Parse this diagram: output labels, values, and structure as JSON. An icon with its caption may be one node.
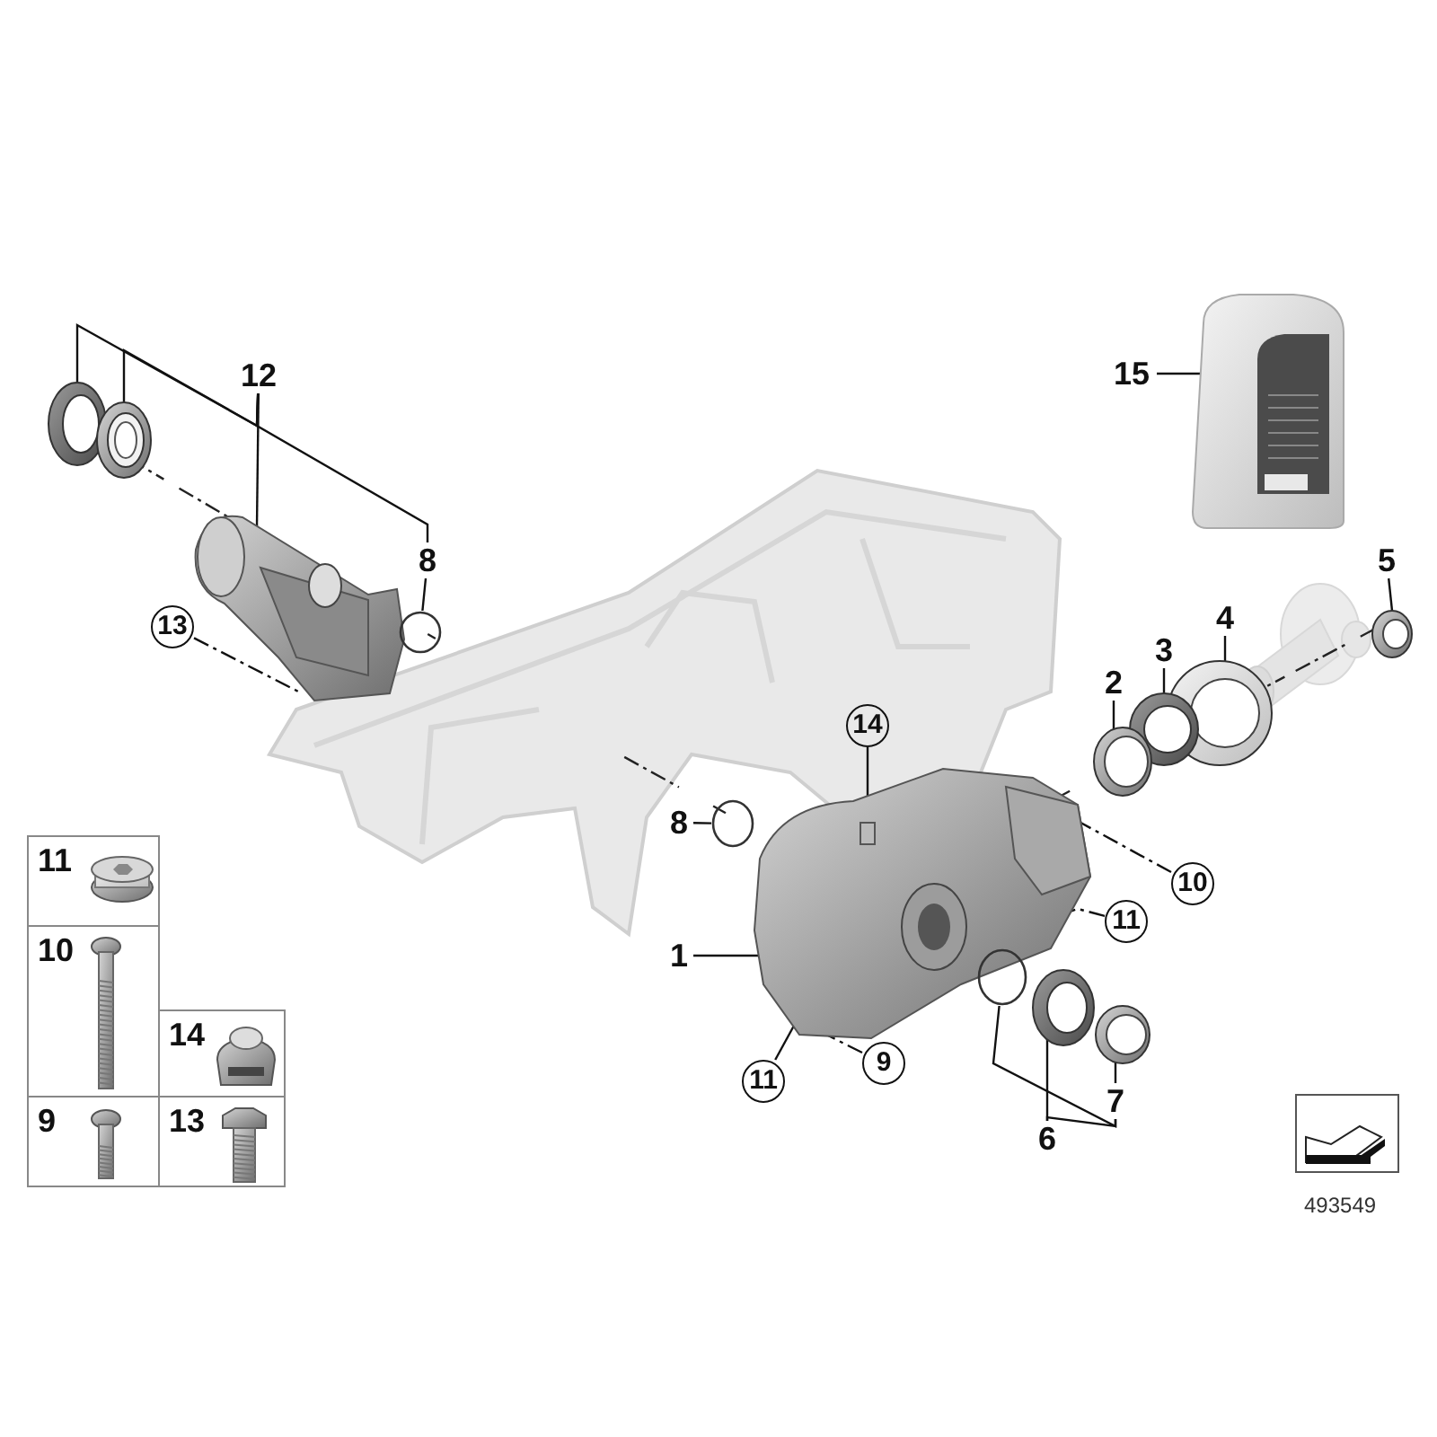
{
  "diagram": {
    "nodes": [
      {
        "text": [
          "12"
        ]
      },
      {
        "text": [],
        "shape": "picture"
      },
      {
        "text": [],
        "shape": "picture"
      },
      {
        "text": [],
        "shape": "picture"
      },
      {
        "text": [
          "8"
        ]
      },
      {
        "text": [],
        "shape": "circle"
      },
      {
        "text": [
          "13"
        ]
      },
      {
        "text": [
          "15"
        ]
      },
      {
        "text": [],
        "shape": "picture"
      },
      {
        "text": [
          "5"
        ]
      },
      {
        "text": [],
        "shape": "picture"
      },
      {
        "text": [
          "4"
        ]
      },
      {
        "text": [],
        "shape": "picture"
      },
      {
        "text": [
          "3"
        ]
      },
      {
        "text": [],
        "shape": "picture"
      },
      {
        "text": [
          "2"
        ]
      },
      {
        "text": [],
        "shape": "picture"
      },
      {
        "text": [
          "14"
        ]
      },
      {
        "text": [],
        "shape": "picture"
      },
      {
        "text": [
          "8"
        ]
      },
      {
        "text": [],
        "shape": "circle"
      },
      {
        "text": [
          "10"
        ]
      },
      {
        "text": [
          "11"
        ]
      },
      {
        "text": [
          "1"
        ]
      },
      {
        "text": [],
        "shape": "circle"
      },
      {
        "text": [],
        "shape": "picture"
      },
      {
        "text": [],
        "shape": "picture"
      },
      {
        "text": [
          "6"
        ]
      },
      {
        "text": [
          "7"
        ]
      },
      {
        "text": [
          "11"
        ]
      },
      {
        "text": [
          "9"
        ]
      },
      {
        "text": [
          "11"
        ]
      },
      {
        "text": [
          "10"
        ]
      },
      {
        "text": [
          "14"
        ]
      },
      {
        "text": [
          "9"
        ]
      },
      {
        "text": [
          "13"
        ]
      }
    ],
    "edges": [
      {
        "from": 0,
        "to": 1,
        "arrow": "none"
      },
      {
        "from": 0,
        "to": 2,
        "arrow": "none"
      },
      {
        "from": 0,
        "to": 3,
        "arrow": "none"
      },
      {
        "from": 0,
        "to": 4,
        "arrow": "none"
      },
      {
        "from": 4,
        "to": 5,
        "arrow": "none"
      },
      {
        "from": 6,
        "to": 3,
        "arrow": "none",
        "style": "dashed"
      },
      {
        "from": 7,
        "to": 8,
        "arrow": "none"
      },
      {
        "from": 9,
        "to": 10,
        "arrow": "none"
      },
      {
        "from": 11,
        "to": 12,
        "arrow": "none"
      },
      {
        "from": 13,
        "to": 14,
        "arrow": "none"
      },
      {
        "from": 15,
        "to": 16,
        "arrow": "none"
      },
      {
        "from": 17,
        "to": 18,
        "arrow": "none"
      },
      {
        "from": 19,
        "to": 20,
        "arrow": "none"
      },
      {
        "from": 21,
        "to": 18,
        "arrow": "none",
        "style": "dashed"
      },
      {
        "from": 22,
        "to": 18,
        "arrow": "none",
        "style": "dashed"
      },
      {
        "from": 23,
        "to": 18,
        "arrow": "none"
      },
      {
        "from": 27,
        "to": 25,
        "arrow": "none"
      },
      {
        "from": 28,
        "to": 26,
        "arrow": "none"
      },
      {
        "from": 28,
        "to": 24,
        "arrow": "none"
      },
      {
        "from": 29,
        "to": 18,
        "arrow": "none"
      },
      {
        "from": 30,
        "to": 18,
        "arrow": "none",
        "style": "dashed"
      },
      {
        "from": 28,
        "to": 27,
        "arrow": "none"
      }
    ],
    "labels": [
      "493549"
    ]
  }
}
